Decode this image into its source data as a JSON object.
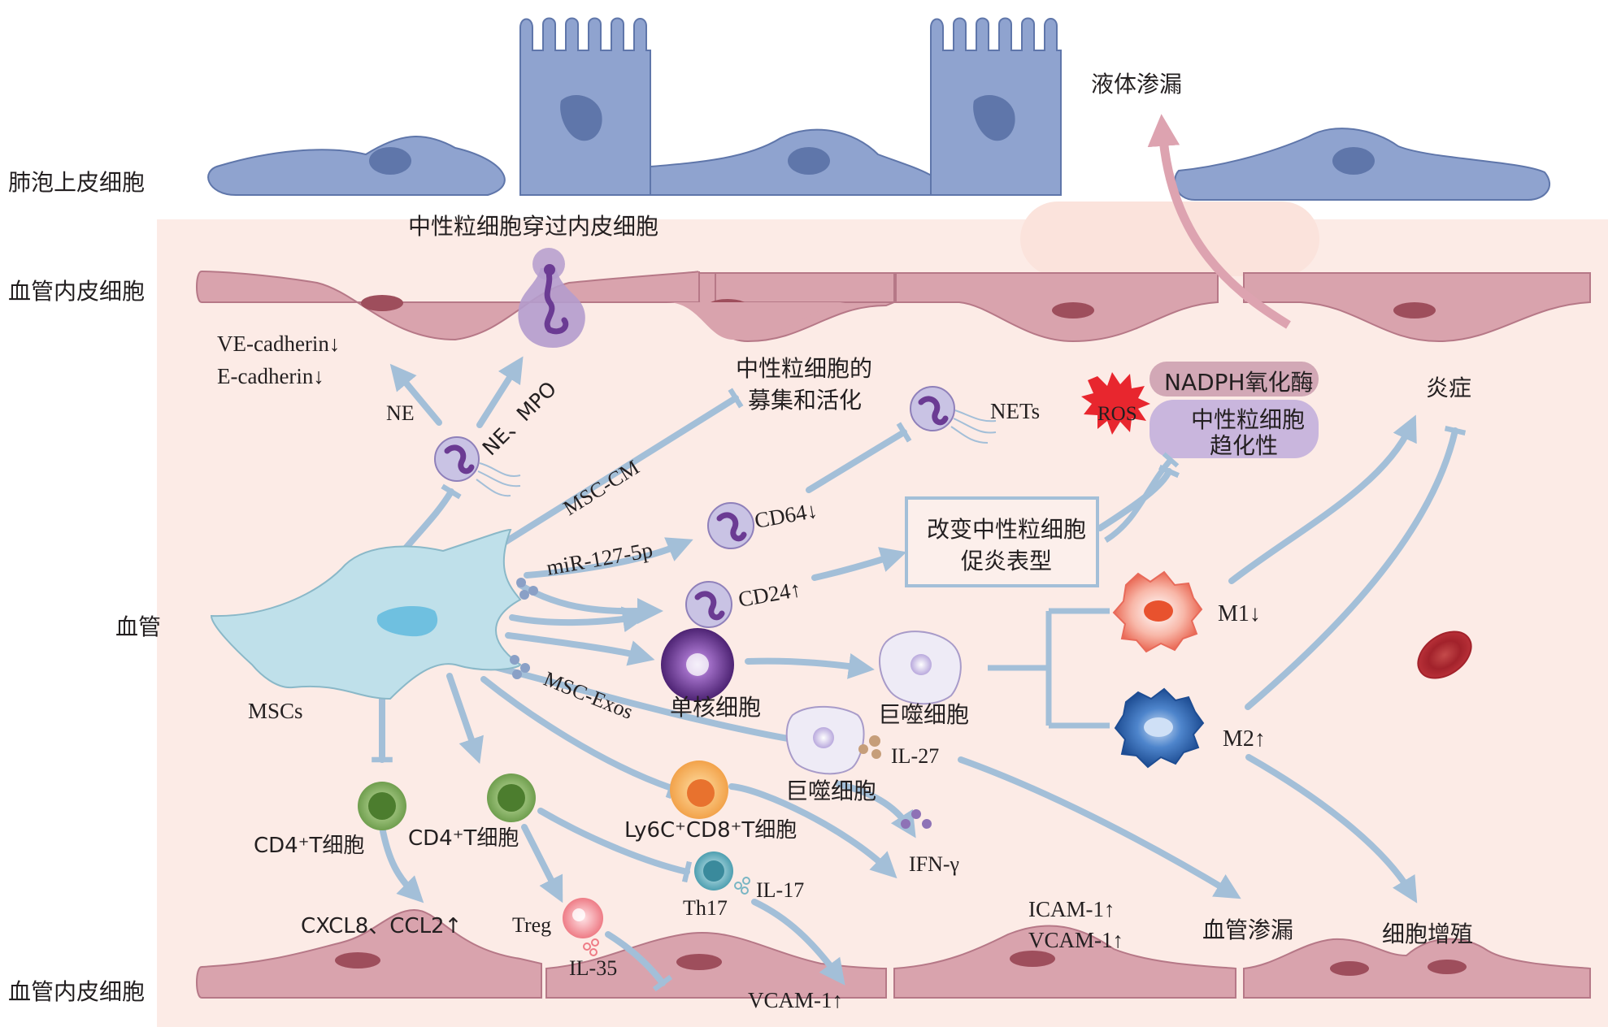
{
  "side_labels": {
    "alveolar_epithelial": "肺泡上皮细胞",
    "endothelial_top": "血管内皮细胞",
    "vessel": "血管",
    "endothelial_bottom": "血管内皮细胞"
  },
  "top": {
    "fluid_leak": "液体渗漏",
    "neutrophil_transmigration": "中性粒细胞穿过内皮细胞"
  },
  "labels": {
    "ve_cadherin": "VE-cadherin↓",
    "e_cadherin": "E-cadherin↓",
    "ne": "NE",
    "ne_mpo": "NE、MPO",
    "recruit_line1": "中性粒细胞的",
    "recruit_line2": "募集和活化",
    "msc_cm": "MSC-CM",
    "nets": "NETs",
    "ros": "ROS",
    "nadph": "NADPH氧化酶",
    "chemotaxis_line1": "中性粒细胞",
    "chemotaxis_line2": "趋化性",
    "inflammation": "炎症",
    "mir": "miR-127-5p",
    "cd64": "CD64↓",
    "cd24": "CD24↑",
    "phenotype_line1": "改变中性粒细胞",
    "phenotype_line2": "促炎表型",
    "m1": "M1↓",
    "m2": "M2↑",
    "mscs": "MSCs",
    "msc_exos": "MSC-Exos",
    "monocyte": "单核细胞",
    "macrophage1": "巨噬细胞",
    "macrophage2": "巨噬细胞",
    "il27": "IL-27",
    "cd4_t1": "CD4⁺T细胞",
    "cd4_t2": "CD4⁺T细胞",
    "ly6c": "Ly6C⁺CD8⁺T细胞",
    "ifn": "IFN-γ",
    "th17": "Th17",
    "il17": "IL-17",
    "treg": "Treg",
    "il35": "IL-35",
    "cxcl": "CXCL8、CCL2↑",
    "vcam_bottom": "VCAM-1↑",
    "icam": "ICAM-1↑",
    "vcam": "VCAM-1↑",
    "vascular_leak": "血管渗漏",
    "proliferation": "细胞增殖"
  },
  "colors": {
    "background": "#fcebe6",
    "epithelium": "#8fa3cf",
    "epithelium_nucleus": "#5f76aa",
    "endothelium": "#d9a3ad",
    "endothelium_nucleus": "#9e4e5c",
    "arrow": "#a3bfd8",
    "msc": "#bfe0ea",
    "neutrophil": "#c9c3e4",
    "monocyte": "#6b3b93",
    "m1": "#f08c7c",
    "m2": "#3c6fb8",
    "cd4": "#7aa35a",
    "cd8": "#f2a24a",
    "th17": "#5ba9b7",
    "treg": "#f08c90",
    "ros": "#e8262e",
    "nadph_box": "#d2a8b6",
    "chemotaxis_box": "#c9b6dd",
    "leak_arrow": "#dda3b0"
  }
}
